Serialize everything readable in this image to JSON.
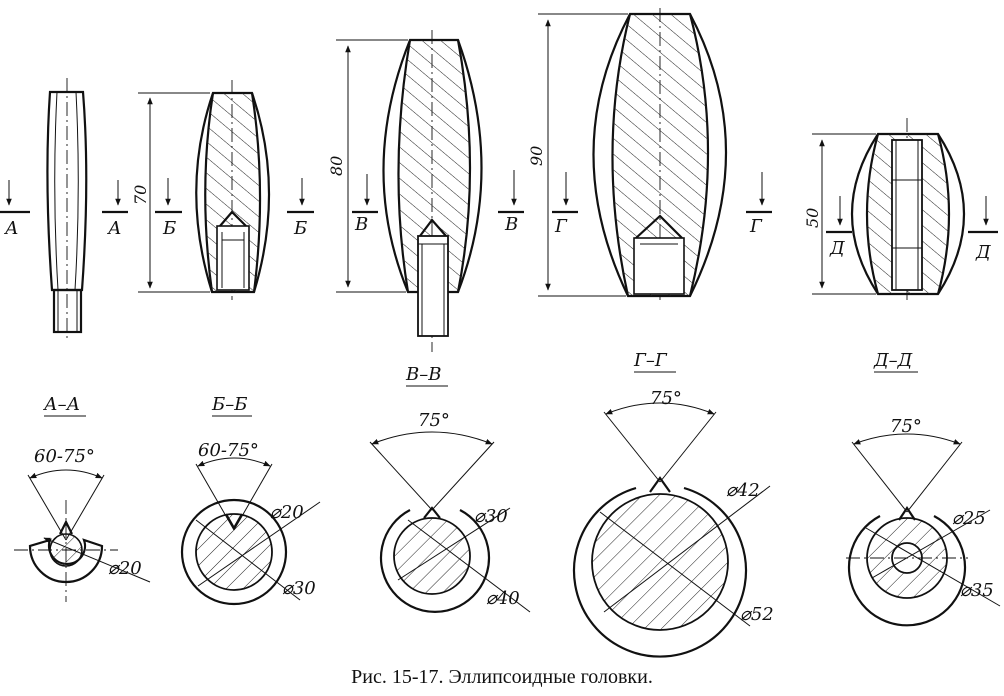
{
  "caption": "Рис. 15-17. Эллипсоидные головки.",
  "dimensions": {
    "b_height": "70",
    "v_height": "80",
    "g_height": "90",
    "d_height": "50"
  },
  "section_markers": {
    "a": "А",
    "b": "Б",
    "v": "В",
    "g": "Г",
    "d": "Д"
  },
  "section_titles": {
    "a": "А–А",
    "b": "Б–Б",
    "v": "В–В",
    "g": "Г–Г",
    "d": "Д–Д"
  },
  "angles": {
    "a": "60-75°",
    "b": "60-75°",
    "v": "75°",
    "g": "75°",
    "d": "75°"
  },
  "diameters": {
    "a_outer": "⌀20",
    "b_inner": "⌀20",
    "b_outer": "⌀30",
    "v_inner": "⌀30",
    "v_outer": "⌀40",
    "g_inner": "⌀42",
    "g_outer": "⌀52",
    "d_inner": "⌀25",
    "d_outer": "⌀35"
  }
}
